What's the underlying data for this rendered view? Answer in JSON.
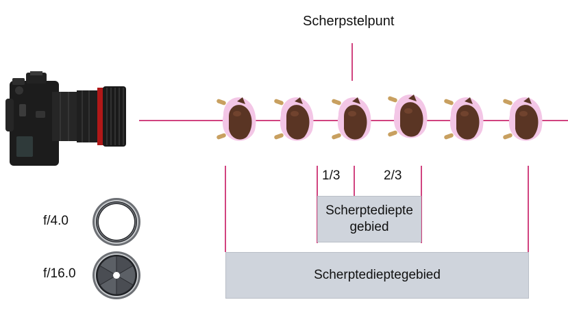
{
  "diagram": {
    "title": "Scherpstelpunt",
    "fraction_one_third": "1/3",
    "fraction_two_thirds": "2/3",
    "small_area_label_line1": "Scherptediepte",
    "small_area_label_line2": "gebied",
    "large_area_label": "Scherptedieptegebied",
    "aperture_wide": "f/4.0",
    "aperture_narrow": "f/16.0"
  },
  "colors": {
    "line": "#d1437f",
    "box_fill": "#cfd4dc",
    "cake_icing": "#f3c6e6",
    "cake_chocolate": "#5a3524"
  },
  "icons": [
    "camera-icon",
    "cake-icon",
    "aperture-open-icon",
    "aperture-closed-icon"
  ]
}
